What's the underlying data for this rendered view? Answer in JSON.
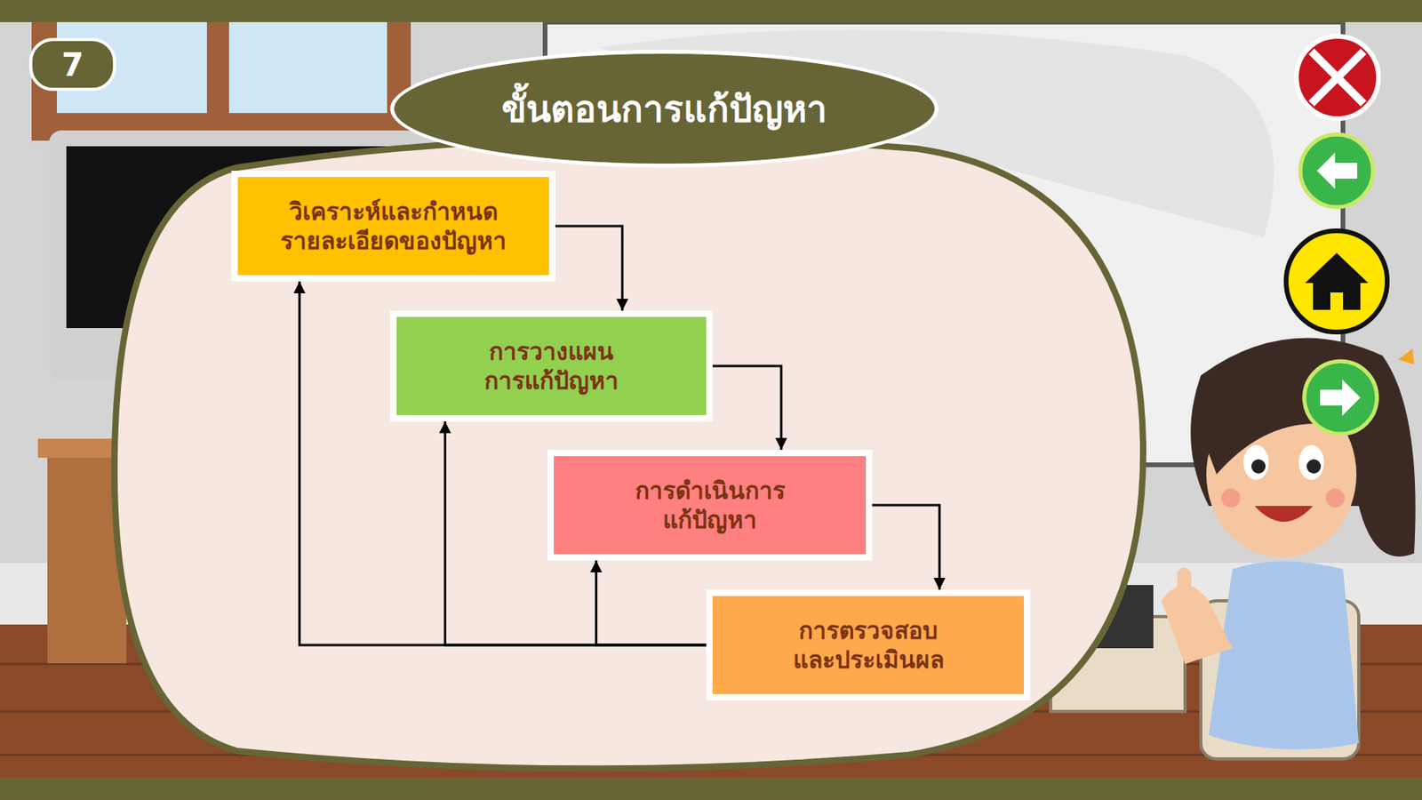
{
  "diagram": {
    "title": "ขั้นตอนการแก้ปัญหา",
    "nodes": [
      {
        "text": [
          "วิเคราะห์และกำหนด รายละเอียดของปัญหา"
        ]
      },
      {
        "text": [
          "การวางแผน การแก้ปัญหา"
        ]
      },
      {
        "text": [
          "การดำเนินการ แก้ปัญหา"
        ]
      },
      {
        "text": [
          "การตรวจสอบ และประเมินผล"
        ]
      }
    ],
    "edges": [
      {
        "from": 0,
        "to": 1,
        "arrow": "to"
      },
      {
        "from": 1,
        "to": 2,
        "arrow": "to"
      },
      {
        "from": 2,
        "to": 3,
        "arrow": "to"
      },
      {
        "from": 3,
        "to": 0,
        "arrow": "to"
      },
      {
        "from": 3,
        "to": 1,
        "arrow": "to"
      },
      {
        "from": 3,
        "to": 2,
        "arrow": "to"
      }
    ],
    "labels": [
      "7"
    ]
  }
}
